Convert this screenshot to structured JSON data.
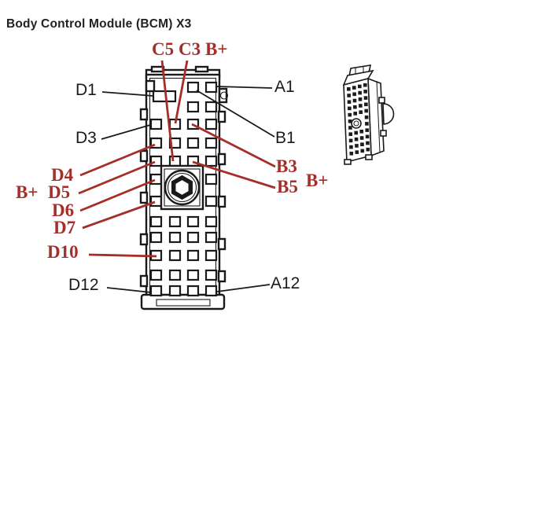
{
  "title": "Body Control Module (BCM) X3",
  "colors": {
    "background": "#ffffff",
    "line": "#1a1a1a",
    "highlight_red": "#a52e28"
  },
  "callouts": {
    "c5": "C5",
    "c3": "C3",
    "bplus_top": "B+",
    "d1": "D1",
    "a1": "A1",
    "d3": "D3",
    "b1": "B1",
    "d4": "D4",
    "bplus_left": "B+",
    "d5": "D5",
    "d6": "D6",
    "d7": "D7",
    "d10": "D10",
    "b3": "B3",
    "b5": "B5",
    "bplus_right": "B+",
    "d12": "D12",
    "a12": "A12"
  },
  "connector": {
    "designation": "X3",
    "pin_columns": [
      "D",
      "C",
      "B",
      "A"
    ],
    "row_count": 12,
    "pins_present": {
      "1": [
        "B",
        "A"
      ],
      "2": [
        "B",
        "A"
      ],
      "3": [
        "D",
        "C",
        "B",
        "A"
      ],
      "4": [
        "D",
        "C",
        "B",
        "A"
      ],
      "5": [
        "D",
        "C",
        "B",
        "A"
      ],
      "6": [
        "D",
        "A"
      ],
      "7": [
        "D",
        "A"
      ],
      "8": [
        "D",
        "C",
        "B",
        "A"
      ],
      "9": [
        "D",
        "C",
        "B",
        "A"
      ],
      "10": [
        "D",
        "C",
        "B",
        "A"
      ],
      "11": [
        "D",
        "C",
        "B",
        "A"
      ],
      "12": [
        "D",
        "C",
        "B",
        "A"
      ]
    },
    "wide_terminal": "D1",
    "highlighted_pins": [
      "C5",
      "C3",
      "D4",
      "D5",
      "D6",
      "D7",
      "D10",
      "B3",
      "B5"
    ],
    "bplus_pins": [
      "C3",
      "D5",
      "B5"
    ],
    "reference_pins": [
      "D1",
      "A1",
      "D3",
      "B1",
      "D12",
      "A12"
    ]
  }
}
